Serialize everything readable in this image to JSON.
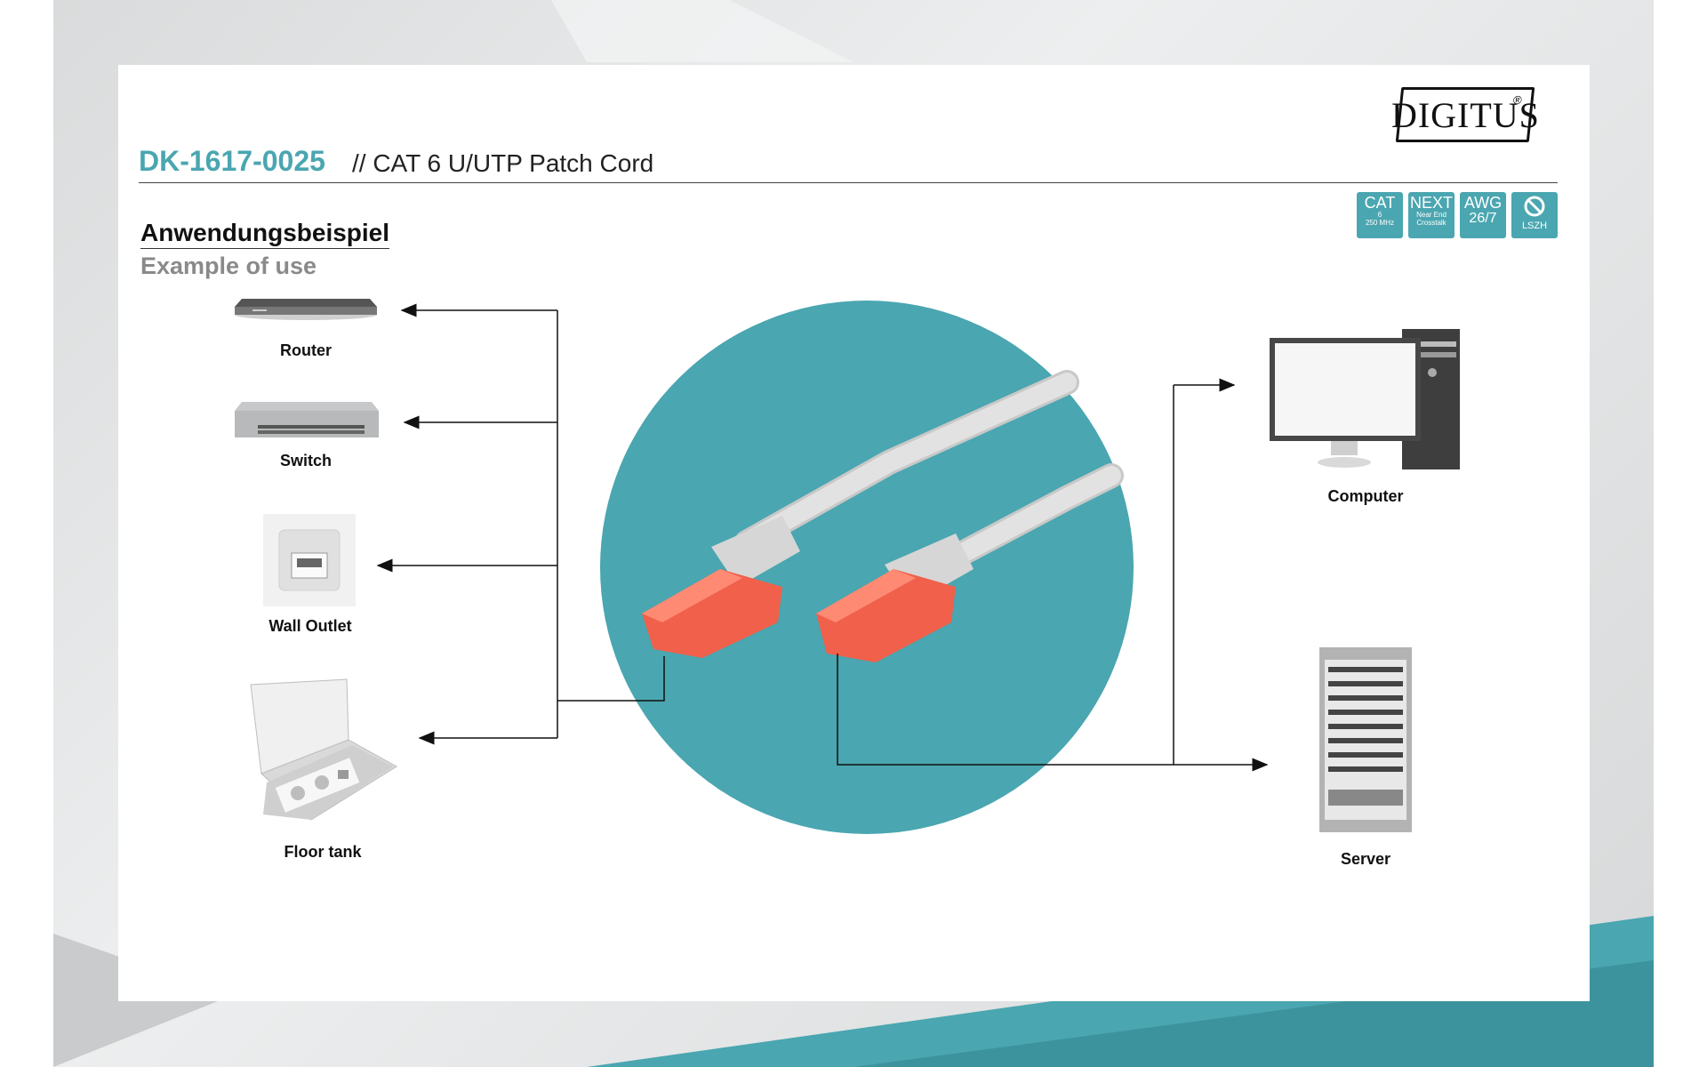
{
  "brand": {
    "logo_text": "DIGITUS",
    "registered": "®",
    "accent_color": "#4aa6b0"
  },
  "header": {
    "product_code": "DK-1617-0025",
    "product_name": "// CAT 6 U/UTP Patch Cord"
  },
  "badges": [
    {
      "title": "CAT",
      "sub": "6",
      "note": "250 MHz"
    },
    {
      "title": "NEXT",
      "sub": "Near End",
      "note": "Crosstalk"
    },
    {
      "title": "AWG",
      "sub": "26/7",
      "note": ""
    },
    {
      "title": "",
      "sub": "",
      "note": "LSZH"
    }
  ],
  "section": {
    "title_de": "Anwendungsbeispiel",
    "title_en": "Example of use"
  },
  "devices": {
    "router": "Router",
    "switch": "Switch",
    "wall_outlet": "Wall Outlet",
    "floor_tank": "Floor tank",
    "computer": "Computer",
    "server": "Server"
  },
  "colors": {
    "circle": "#4aa6b0",
    "plug": "#f0604a",
    "cable": "#dcdcdc"
  }
}
